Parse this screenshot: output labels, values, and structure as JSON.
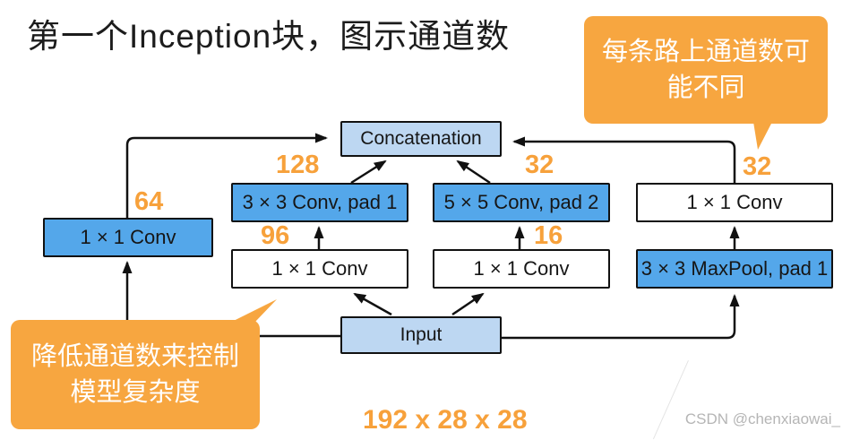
{
  "title": "第一个Inception块，图示通道数",
  "callout_top_right": {
    "line1": "每条路上通道数可",
    "line2": "能不同"
  },
  "callout_bottom_left": {
    "line1": "降低通道数来控制",
    "line2": "模型复杂度"
  },
  "nodes": {
    "concatenation": "Concatenation",
    "conv3x3": "3 × 3 Conv, pad 1",
    "conv5x5": "5 × 5 Conv, pad 2",
    "conv1x1_left": "1 × 1 Conv",
    "conv1x1_mid_left": "1 × 1 Conv",
    "conv1x1_mid_right": "1 × 1 Conv",
    "conv1x1_right": "1 × 1 Conv",
    "maxpool": "3 × 3 MaxPool, pad 1",
    "input": "Input"
  },
  "channels": {
    "left_out": "64",
    "conv3x3_out": "128",
    "conv3x3_in": "96",
    "conv5x5_out": "32",
    "conv5x5_in": "16",
    "pool_out": "32"
  },
  "caption": "192 x 28 x 28",
  "watermark": "CSDN @chenxiaowai_",
  "colors": {
    "box_blue": "#54A7EA",
    "box_light_blue": "#BDD7F2",
    "accent_orange": "#F7A640",
    "number_orange": "#F7A13B",
    "line_black": "#111111"
  }
}
